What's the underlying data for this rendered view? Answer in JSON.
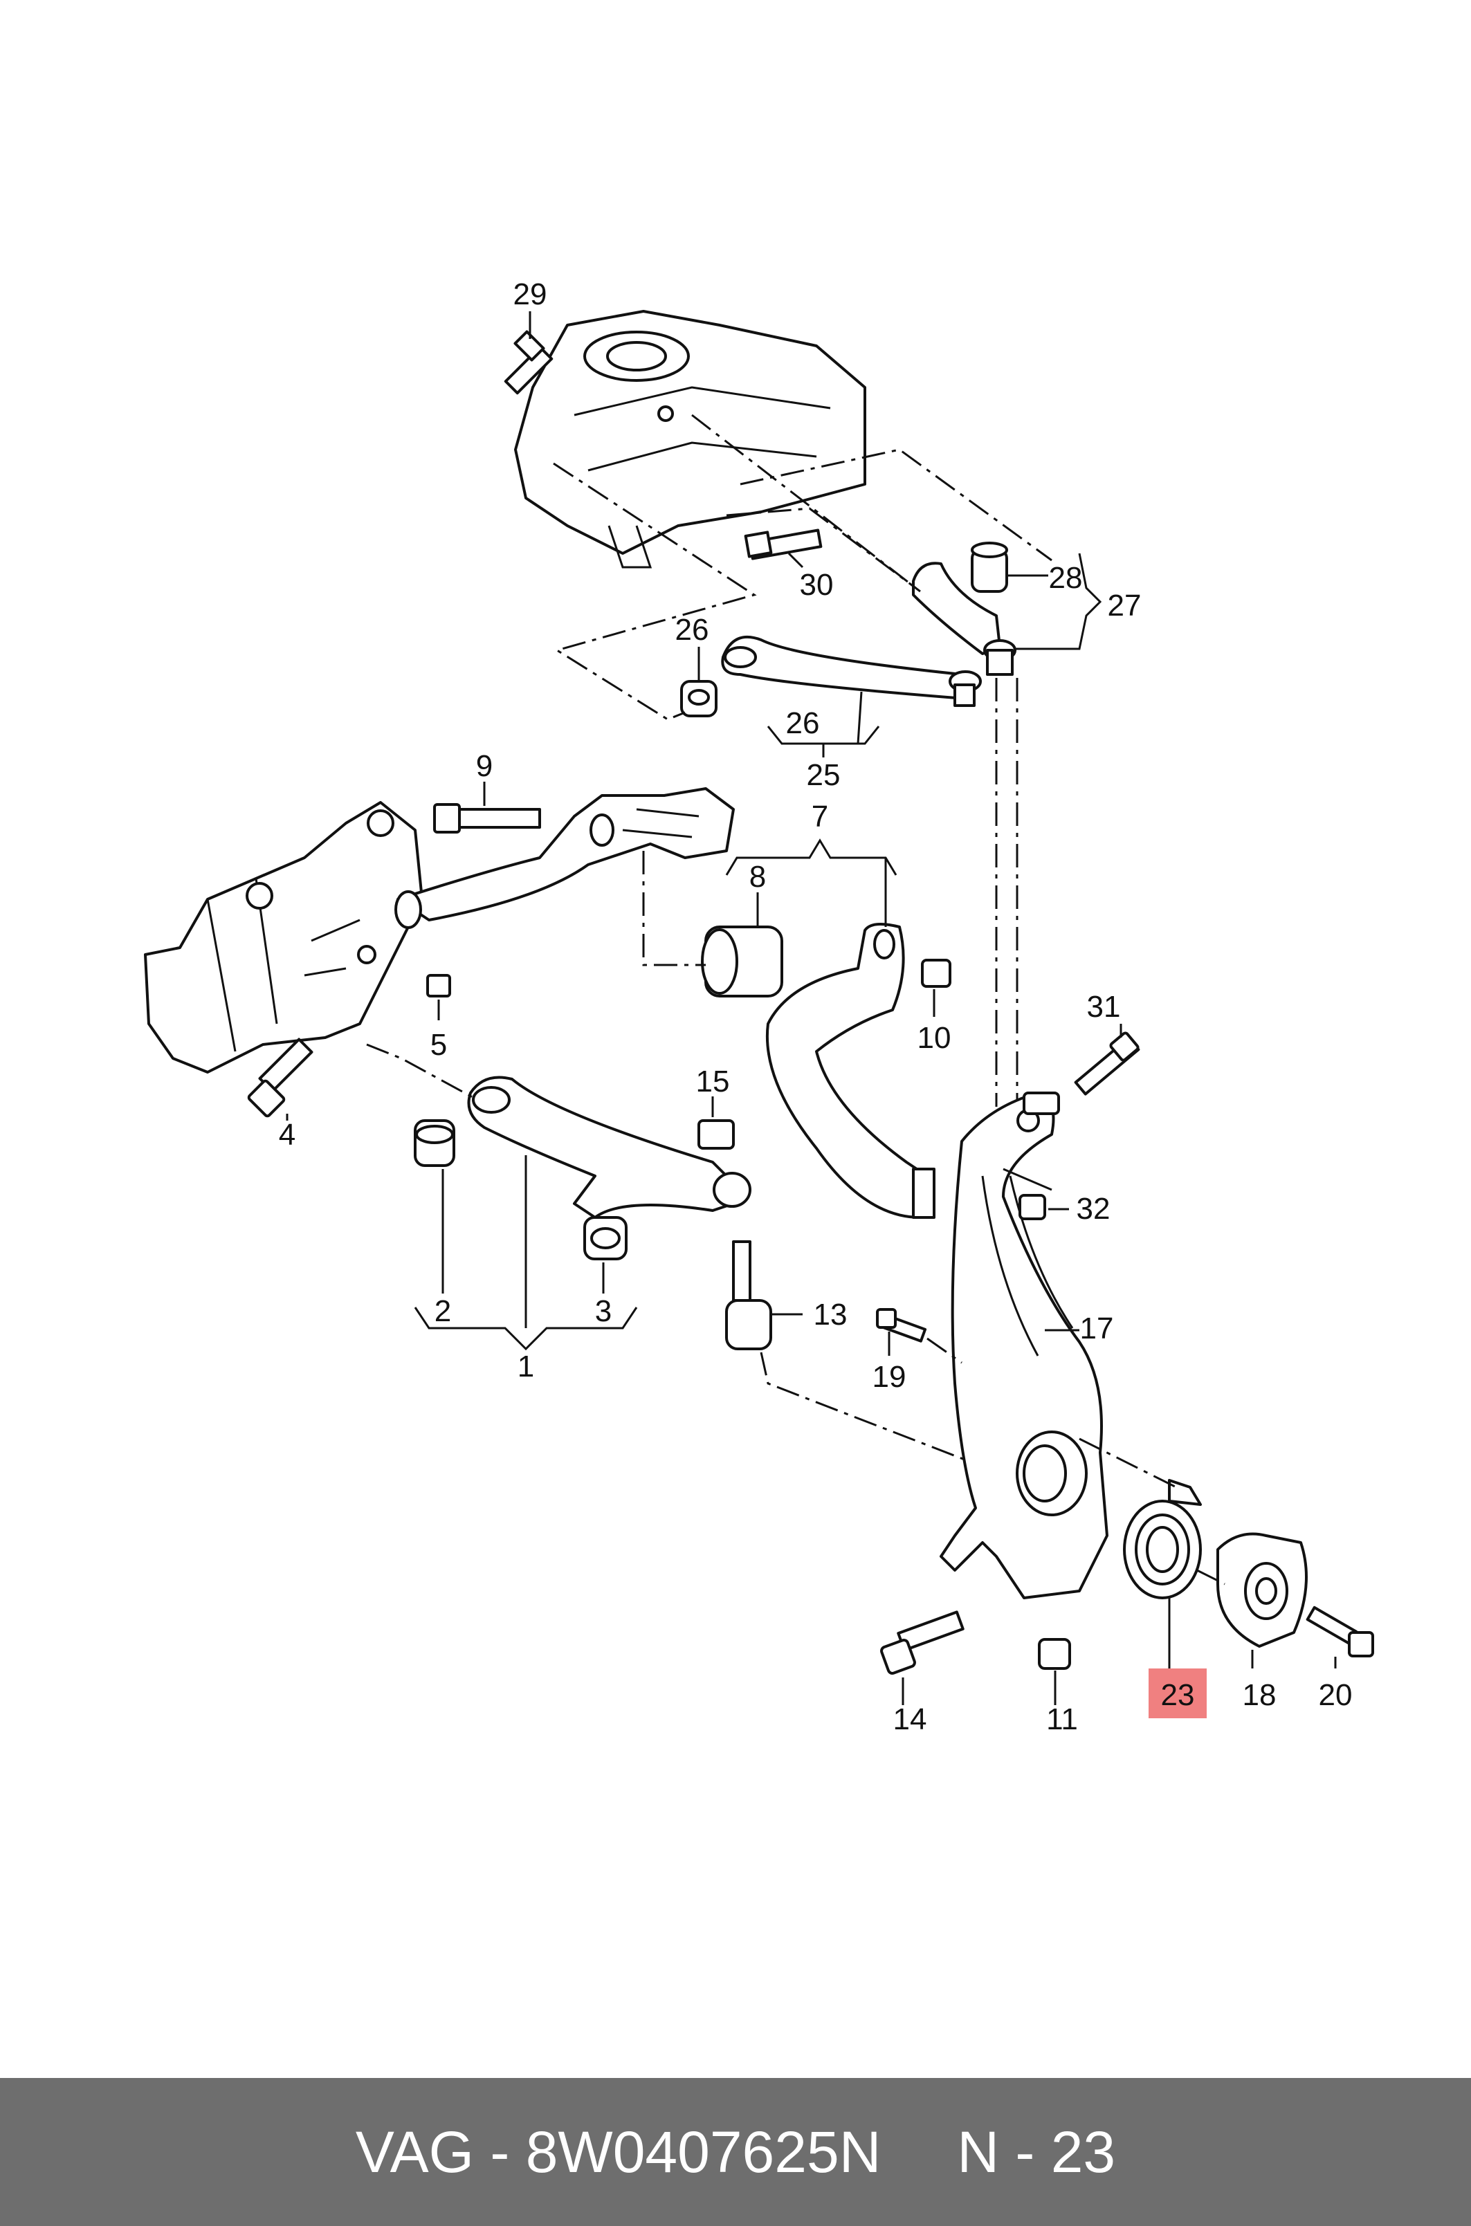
{
  "highlight_color": "#f08080",
  "callouts": {
    "c1": "1",
    "c2": "2",
    "c3": "3",
    "c4": "4",
    "c5": "5",
    "c7": "7",
    "c8": "8",
    "c9": "9",
    "c10": "10",
    "c11": "11",
    "c13": "13",
    "c14": "14",
    "c15": "15",
    "c17": "17",
    "c18": "18",
    "c19": "19",
    "c20": "20",
    "c23": "23",
    "c25": "25",
    "c26a": "26",
    "c26b": "26",
    "c27": "27",
    "c28": "28",
    "c29": "29",
    "c30": "30",
    "c31": "31",
    "c32": "32"
  },
  "footer": {
    "brand": "VAG",
    "separator": "-",
    "part_number": "8W0407625N",
    "position_prefix": "N",
    "position": "23"
  }
}
